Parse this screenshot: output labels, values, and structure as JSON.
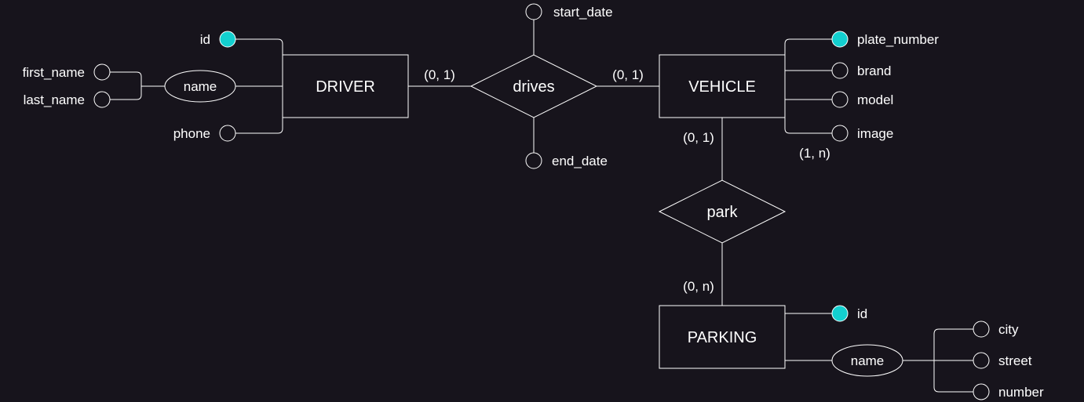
{
  "colors": {
    "background": "#17141c",
    "stroke": "#ffffff",
    "text": "#ffffff",
    "key_attribute_fill": "#13cfcf"
  },
  "entities": {
    "driver": "DRIVER",
    "vehicle": "VEHICLE",
    "parking": "PARKING"
  },
  "relationships": {
    "drives": "drives",
    "park": "park"
  },
  "cardinalities": {
    "driver_drives": "(0, 1)",
    "vehicle_drives": "(0, 1)",
    "vehicle_park": "(0, 1)",
    "parking_park": "(0, n)",
    "vehicle_image": "(1, n)"
  },
  "attributes": {
    "driver": {
      "id": "id",
      "name": "name",
      "first_name": "first_name",
      "last_name": "last_name",
      "phone": "phone"
    },
    "drives": {
      "start_date": "start_date",
      "end_date": "end_date"
    },
    "vehicle": {
      "plate_number": "plate_number",
      "brand": "brand",
      "model": "model",
      "image": "image"
    },
    "parking": {
      "id": "id",
      "name": "name",
      "city": "city",
      "street": "street",
      "number": "number"
    }
  }
}
